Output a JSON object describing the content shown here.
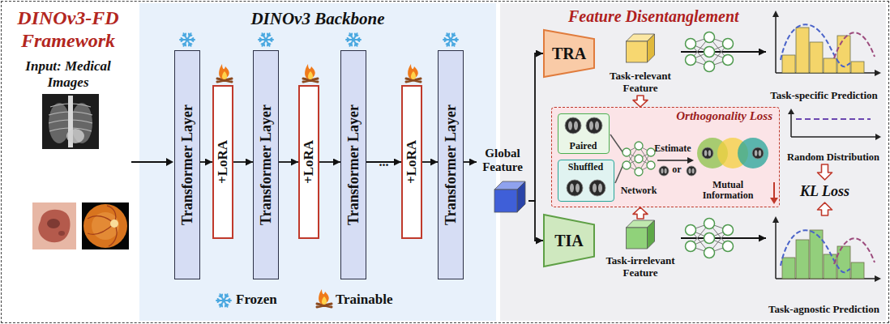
{
  "diagram": {
    "title": "DINOv3-FD Framework",
    "nodes": [
      {
        "text": [
          "DINOv3 Backbone"
        ]
      },
      {
        "text": [
          "Transformer Layer"
        ],
        "in": 0
      },
      {
        "text": [
          "+LoRA"
        ],
        "in": 0
      },
      {
        "text": [
          "Transformer Layer"
        ],
        "in": 0
      },
      {
        "text": [
          "+LoRA"
        ],
        "in": 0
      },
      {
        "text": [
          "Transformer Layer"
        ],
        "in": 0
      },
      {
        "text": [
          "+LoRA"
        ],
        "in": 0
      },
      {
        "text": [
          "Transformer Layer"
        ],
        "in": 0
      },
      {
        "text": [
          "Global Feature"
        ]
      },
      {
        "text": [
          "Feature Disentanglement"
        ]
      },
      {
        "text": [
          "TRA"
        ],
        "in": 9
      },
      {
        "text": [
          "Task-relevant Feature"
        ],
        "in": 9
      },
      {
        "text": [
          "Task-specific Prediction"
        ],
        "in": 9
      },
      {
        "text": [
          "Orthogonality Loss"
        ],
        "in": 9
      },
      {
        "text": [
          "Paired"
        ],
        "in": 13
      },
      {
        "text": [
          "Shuffled"
        ],
        "in": 13
      },
      {
        "text": [
          "Random Distribution"
        ],
        "in": 9
      },
      {
        "text": [
          "KL Loss"
        ],
        "in": 9
      },
      {
        "text": [
          "TIA"
        ],
        "in": 9
      },
      {
        "text": [
          "Task-irrelevant Feature"
        ],
        "in": 9
      },
      {
        "text": [
          "Task-agnostic Prediction"
        ],
        "in": 9
      }
    ],
    "edges": [
      {
        "from": 1,
        "to": 2,
        "arrow": "to"
      },
      {
        "from": 2,
        "to": 3,
        "arrow": "to"
      },
      {
        "from": 3,
        "to": 4,
        "arrow": "to"
      },
      {
        "from": 4,
        "to": 5,
        "arrow": "to"
      },
      {
        "from": 5,
        "to": 6,
        "label": "...",
        "arrow": "to"
      },
      {
        "from": 6,
        "to": 7,
        "arrow": "to"
      },
      {
        "from": 7,
        "to": 8,
        "arrow": "to"
      },
      {
        "from": 8,
        "to": 10,
        "arrow": "to"
      },
      {
        "from": 8,
        "to": 18,
        "arrow": "to"
      },
      {
        "from": 11,
        "to": 12,
        "arrow": "to"
      },
      {
        "from": 19,
        "to": 20,
        "arrow": "to"
      },
      {
        "from": 11,
        "to": 13,
        "arrow": "to"
      },
      {
        "from": 19,
        "to": 13,
        "arrow": "to"
      },
      {
        "from": 16,
        "to": 17,
        "arrow": "to"
      },
      {
        "from": 20,
        "to": 17,
        "arrow": "to"
      }
    ],
    "labels": [
      "Input: Medical Images",
      "Network",
      "Estimate",
      "or",
      "Mutual Information"
    ],
    "legend": [
      {
        "text": "Frozen"
      },
      {
        "text": "Trainable"
      }
    ]
  }
}
